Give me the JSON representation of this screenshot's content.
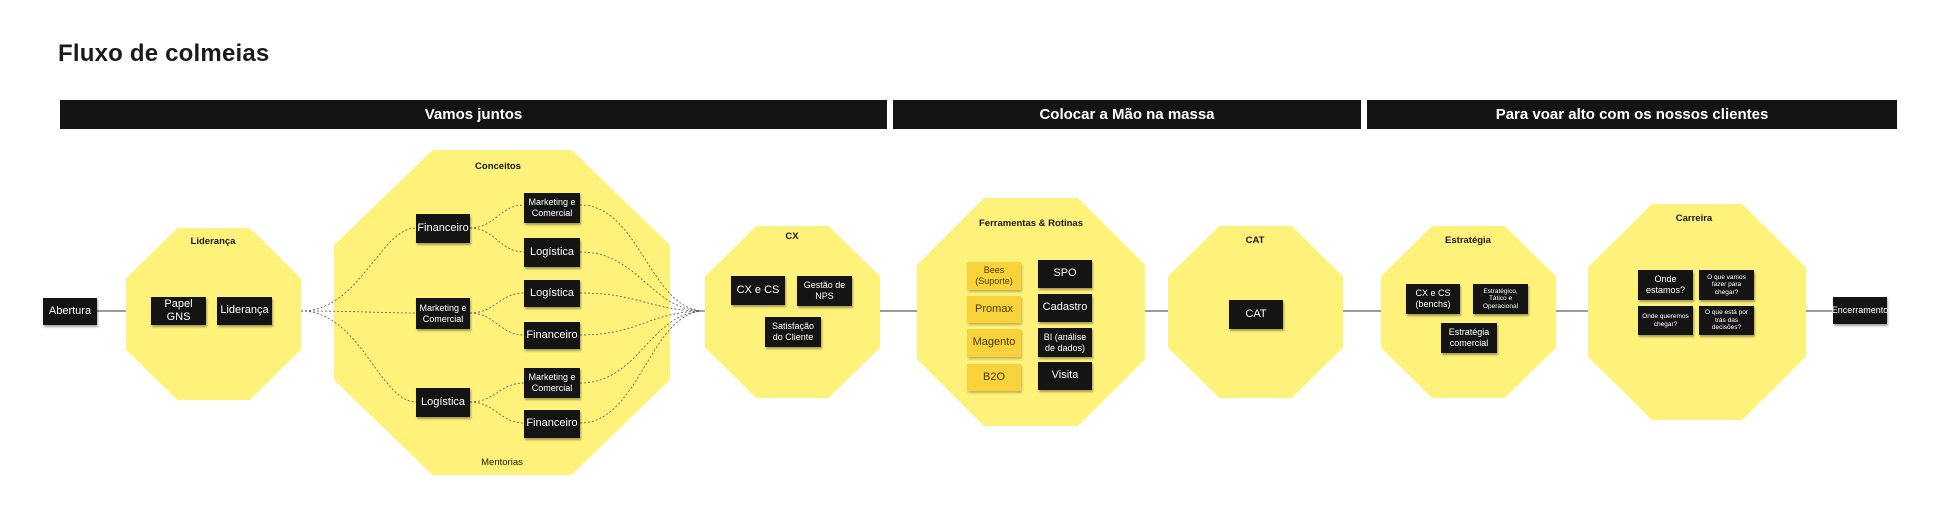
{
  "board": {
    "title": "Fluxo de colmeias",
    "colors": {
      "hive": "#fff27a",
      "note_dark": "#141414",
      "note_yellow": "#f7d23a",
      "banner": "#141414"
    }
  },
  "banners": [
    {
      "label": "Vamos juntos"
    },
    {
      "label": "Colocar a Mão na massa"
    },
    {
      "label": "Para voar alto com os nossos clientes"
    }
  ],
  "start": {
    "label": "Abertura"
  },
  "end": {
    "label": "Encerramento"
  },
  "hives": {
    "lideranca": {
      "title": "Liderança",
      "notes": [
        "Papel GNS",
        "Liderança"
      ]
    },
    "conceitos": {
      "title": "Conceitos",
      "footer": "Mentorias",
      "notes": [
        "Financeiro",
        "Marketing e Comercial",
        "Logística",
        "Marketing e Comercial",
        "Logística",
        "Logística",
        "Financeiro",
        "Marketing e Comercial",
        "Financeiro"
      ]
    },
    "cx": {
      "title": "CX",
      "notes": [
        "CX e CS",
        "Gestão de NPS",
        "Satisfação do Cliente"
      ]
    },
    "ferramentas": {
      "title": "Ferramentas & Rotinas",
      "yellow_notes": [
        "Bees (Suporte)",
        "Promax",
        "Magento",
        "B2O"
      ],
      "dark_notes": [
        "SPO",
        "Cadastro",
        "BI (análise de dados)",
        "Visita"
      ]
    },
    "cat": {
      "title": "CAT",
      "notes": [
        "CAT"
      ]
    },
    "estrategia": {
      "title": "Estratégia",
      "notes": [
        "CX e CS (benchs)",
        "Estratégico, Tático e Operacional",
        "Estratégia comercial"
      ]
    },
    "carreira": {
      "title": "Carreira",
      "notes": [
        "Onde estamos?",
        "O que vamos fazer para chegar?",
        "Onde queremos chegar?",
        "O que está por trás das decisões?"
      ]
    }
  }
}
